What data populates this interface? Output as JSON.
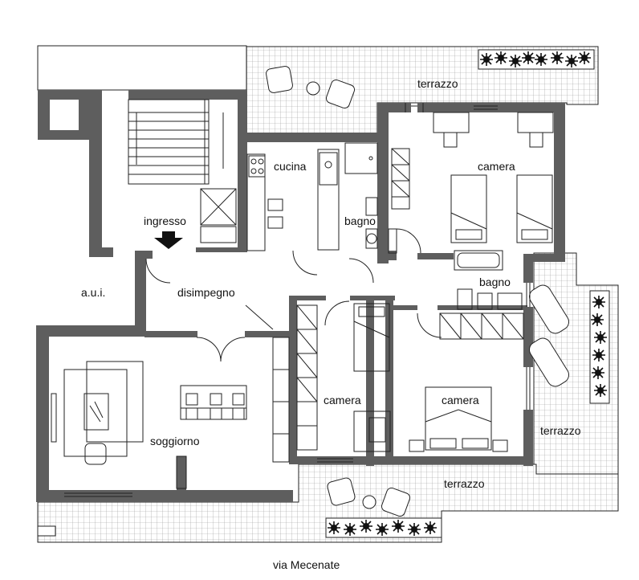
{
  "street": "via Mecenate",
  "rooms": {
    "terrazzo_top": "terrazzo",
    "cucina": "cucina",
    "camera_top": "camera",
    "bagno_1": "bagno",
    "ingresso": "ingresso",
    "aui": "a.u.i.",
    "disimpegno": "disimpegno",
    "bagno_2": "bagno",
    "soggiorno": "soggiorno",
    "camera_mid": "camera",
    "camera_right": "camera",
    "terrazzo_right": "terrazzo",
    "terrazzo_bottom": "terrazzo"
  },
  "colors": {
    "wall": "#5e5e5e",
    "line": "#222222",
    "plant": "#111111"
  },
  "icons": [
    "entrance-arrow-icon",
    "plant-icon",
    "armchair-icon",
    "lounge-chair-icon",
    "bed-icon",
    "sink-icon",
    "stove-icon",
    "door-swing-icon"
  ]
}
